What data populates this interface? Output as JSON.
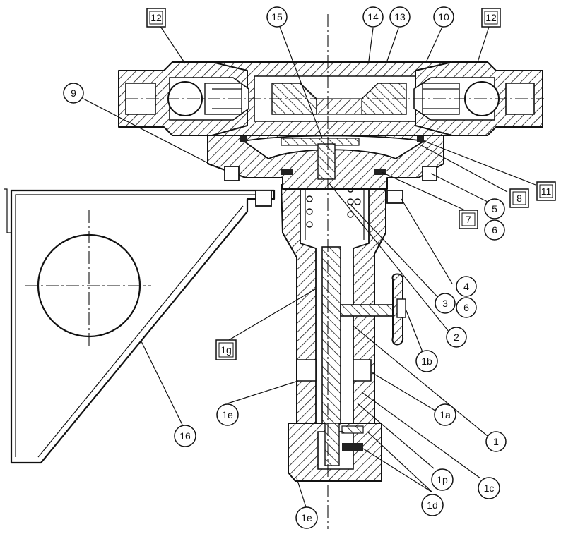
{
  "callouts": [
    {
      "id": "c12a",
      "text": "12",
      "shape": "square"
    },
    {
      "id": "c15",
      "text": "15",
      "shape": "circle"
    },
    {
      "id": "c14",
      "text": "14",
      "shape": "circle"
    },
    {
      "id": "c13",
      "text": "13",
      "shape": "circle"
    },
    {
      "id": "c10",
      "text": "10",
      "shape": "circle"
    },
    {
      "id": "c12b",
      "text": "12",
      "shape": "square"
    },
    {
      "id": "c9",
      "text": "9",
      "shape": "circle"
    },
    {
      "id": "c11",
      "text": "11",
      "shape": "square"
    },
    {
      "id": "c8",
      "text": "8",
      "shape": "square"
    },
    {
      "id": "c5",
      "text": "5",
      "shape": "circle"
    },
    {
      "id": "c6a",
      "text": "6",
      "shape": "circle"
    },
    {
      "id": "c7",
      "text": "7",
      "shape": "square"
    },
    {
      "id": "c4",
      "text": "4",
      "shape": "circle"
    },
    {
      "id": "c6b",
      "text": "6",
      "shape": "circle"
    },
    {
      "id": "c3",
      "text": "3",
      "shape": "circle"
    },
    {
      "id": "c2",
      "text": "2",
      "shape": "circle"
    },
    {
      "id": "c1b",
      "text": "1b",
      "shape": "circle"
    },
    {
      "id": "c1g",
      "text": "1g",
      "shape": "square"
    },
    {
      "id": "c1",
      "text": "1",
      "shape": "circle"
    },
    {
      "id": "c1a",
      "text": "1a",
      "shape": "circle"
    },
    {
      "id": "c1e",
      "text": "1e",
      "shape": "circle"
    },
    {
      "id": "c16",
      "text": "16",
      "shape": "circle"
    },
    {
      "id": "c1p",
      "text": "1p",
      "shape": "circle"
    },
    {
      "id": "c1c",
      "text": "1c",
      "shape": "circle"
    },
    {
      "id": "c1d",
      "text": "1d",
      "shape": "circle"
    },
    {
      "id": "c1e2",
      "text": "1e",
      "shape": "circle"
    }
  ]
}
